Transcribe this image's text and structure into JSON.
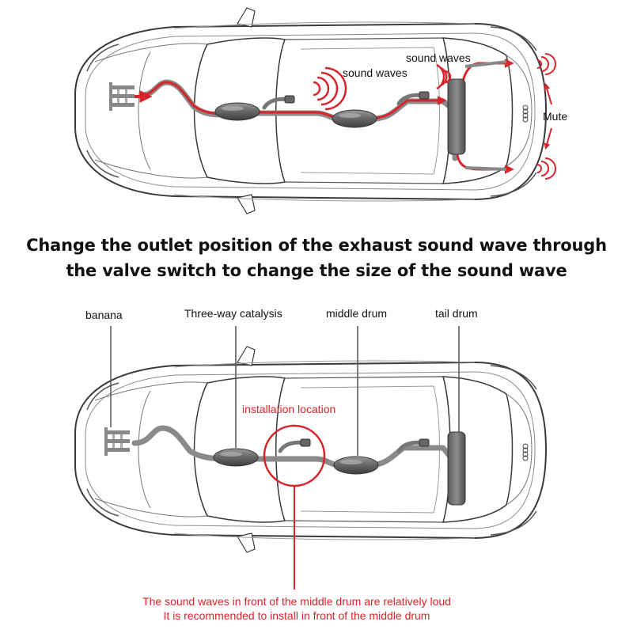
{
  "top_diagram": {
    "sound_waves_left": "sound waves",
    "sound_waves_right": "sound waves",
    "mute": "Mute"
  },
  "headline": {
    "line1": "Change the outlet position of the exhaust sound wave through",
    "line2": "the valve switch to change the size of the sound wave"
  },
  "bottom_diagram": {
    "banana": "banana",
    "three_way_catalysis": "Three-way catalysis",
    "middle_drum": "middle drum",
    "tail_drum": "tail drum",
    "installation_location": "installation location"
  },
  "note": {
    "line1": "The sound waves in front of the middle drum are relatively loud",
    "line2": "It is recommended to install in front of the middle drum"
  },
  "colors": {
    "accent_red": "#d8252b",
    "outline": "#444444",
    "muffler_gray": "#6e6e6e"
  }
}
